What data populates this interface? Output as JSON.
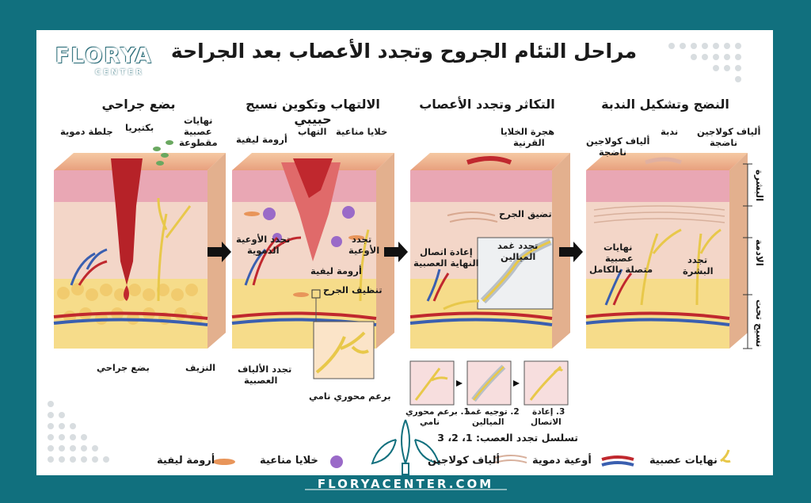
{
  "title": "مراحل التئام الجروح وتجدد الأعصاب بعد الجراحة",
  "logo": {
    "name": "FLORYA",
    "sub": "CENTER"
  },
  "footer": "FLORYACENTER.COM",
  "stages": [
    {
      "title": "بضع جراحي"
    },
    {
      "title": "الالتهاب وتكوين نسيج حبيبي"
    },
    {
      "title": "التكاثر وتجدد الأعصاب"
    },
    {
      "title": "النضج وتشكيل الندبة"
    }
  ],
  "labels": {
    "s1_clot": "جلطة دموية",
    "s1_bacteria": "بكتيريا",
    "s1_nerve_a": "نهايات",
    "s1_nerve_b": "عصبية",
    "s1_nerve_c": "مقطوعة",
    "s1_incision": "بضع جراحي",
    "s1_bleeding": "النزيف",
    "s2_fibroblast_top": "أرومة ليفية",
    "s2_inflammation": "التهاب",
    "s2_immune": "خلايا مناعية",
    "s2_vessel_regen_a": "تجدد الأوعية",
    "s2_vessel_regen_b": "الدموية",
    "s2_vessel_b_a": "تجدد",
    "s2_vessel_b_b": "الأوعية",
    "s2_fibroblast": "أرومة ليفية",
    "s2_cleaning": "تنظيف الجرح",
    "s2_fiber_a": "تجدد الألياف",
    "s2_fiber_b": "العصبية",
    "s2_sprout": "برعم محوري نامي",
    "s3_migration_a": "هجرة الخلايا",
    "s3_migration_b": "القرنية",
    "s3_contraction": "تضيق الجرح",
    "s3_reconnect_a": "إعادة اتصال",
    "s3_reconnect_b": "النهاية العصبية",
    "s3_myelin_a": "تجدد غمد",
    "s3_myelin_b": "الميالين",
    "s4_collagen_left_a": "ألياف كولاجين",
    "s4_collagen_left_b": "ناضجة",
    "s4_scar": "ندبة",
    "s4_collagen_right_a": "ألياف كولاجين",
    "s4_collagen_right_b": "ناضجة",
    "s4_nerves_a": "نهايات",
    "s4_nerves_b": "عصبية",
    "s4_nerves_c": "متصلة بالكامل",
    "s4_epi_a": "تجدد",
    "s4_epi_b": "البشرة"
  },
  "layers": {
    "epidermis": "البشرة",
    "dermis": "الادمة",
    "subcutis": "نسيج تحت"
  },
  "sequence": {
    "title": "تسلسل تجدد العصب: 1، 2، 3",
    "step1_a": "1. برعم محوري",
    "step1_b": "نامي",
    "step2_a": "2. توجيه غمد",
    "step2_b": "الميالين",
    "step3_a": "3. إعادة",
    "step3_b": "الاتصال"
  },
  "legend": {
    "nerves": "نهايات عصبية",
    "vessels": "أوعية دموية",
    "collagen": "ألياف كولاجين",
    "immune": "خلايا مناعية",
    "fibroblast": "أرومة ليفية"
  },
  "colors": {
    "frame": "#11707e",
    "epidermis": "#e9a7b4",
    "dermis": "#f3d6c8",
    "fat": "#f6dc8a",
    "blood": "#c0282e",
    "nerve": "#e8c84a",
    "vein": "#3a5fb0",
    "immune": "#9a6ac8",
    "fibroblast": "#e8955a"
  }
}
